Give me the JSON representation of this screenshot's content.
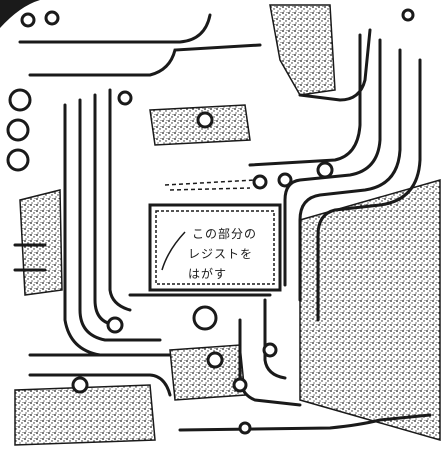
{
  "image": {
    "kind": "photocopied printed circuit board trace drawing",
    "ink_color": "#1a1a1a",
    "paper_color": "#ffffff"
  },
  "annotation": {
    "lines": [
      "この部分の",
      "レジストを",
      "はがす"
    ]
  }
}
